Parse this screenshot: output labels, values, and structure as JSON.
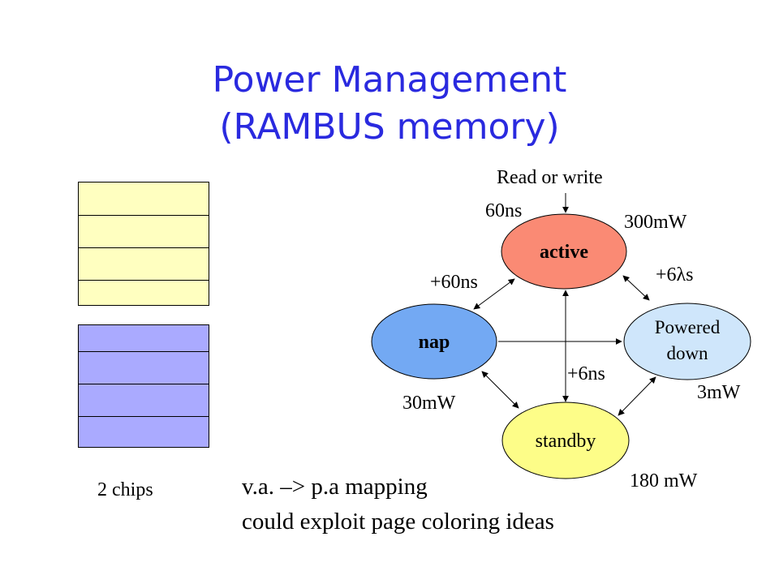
{
  "title": {
    "line1": "Power Management",
    "line2": "(RAMBUS memory)"
  },
  "chips": {
    "label": "2 chips"
  },
  "states": {
    "active": "active",
    "nap": "nap",
    "powered_down_line1": "Powered",
    "powered_down_line2": "down",
    "standby": "standby"
  },
  "labels": {
    "read_or_write": "Read or write",
    "t_60ns": "60ns",
    "p_300mw": "300mW",
    "t_plus_60ns": "+60ns",
    "t_plus_6us": "+6λs",
    "t_plus_6ns": "+6ns",
    "p_30mw": "30mW",
    "p_3mw": "3mW",
    "p_180mw": "180 mW"
  },
  "notes": {
    "line1": "v.a. –> p.a mapping",
    "line2": "could exploit page coloring ideas"
  },
  "colors": {
    "title": "#2a2adf",
    "active": "#fa8a74",
    "nap": "#73a9f3",
    "powered_down": "#cfe6fb",
    "standby": "#fdfd88",
    "chip_yellow": "#ffffc0",
    "chip_blue": "#aaaaff"
  }
}
